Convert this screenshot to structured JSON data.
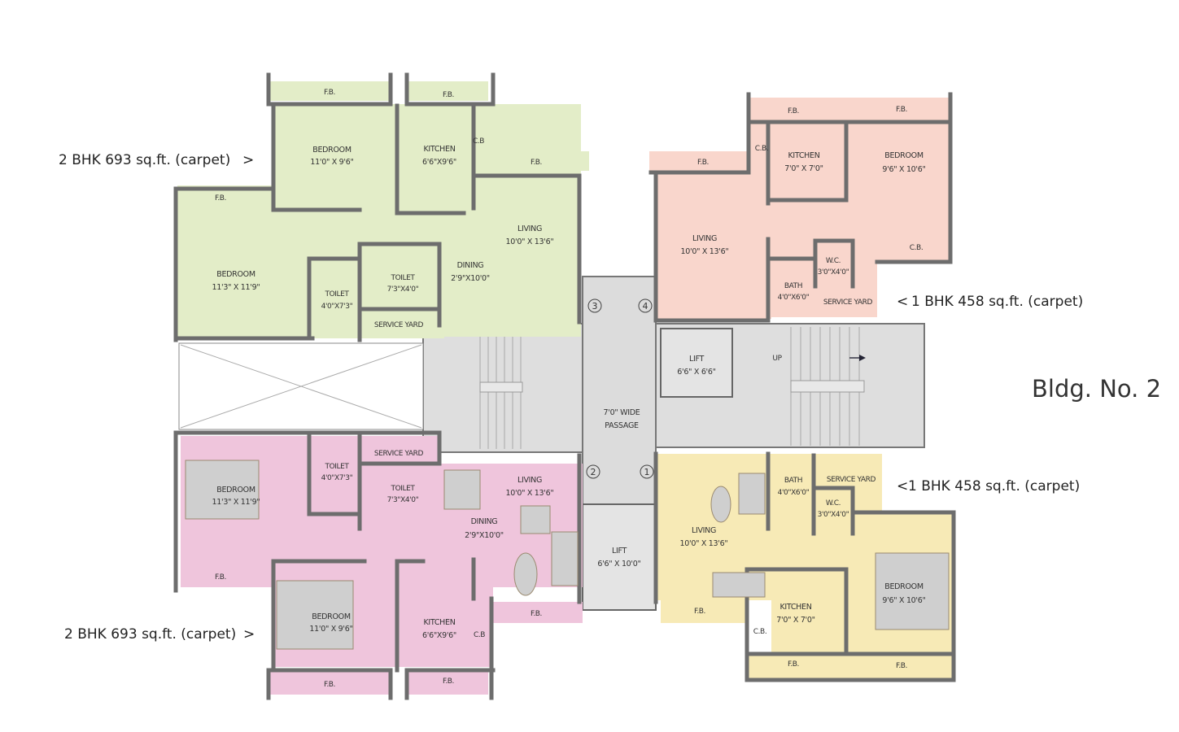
{
  "building": {
    "title": "Bldg. No. 2"
  },
  "units": {
    "tl": {
      "label": "2 BHK 693 sq.ft. (carpet)",
      "arrow": ">"
    },
    "bl": {
      "label": "2 BHK 693 sq.ft. (carpet)",
      "arrow": ">"
    },
    "tr": {
      "label": "1 BHK 458 sq.ft. (carpet)",
      "arrow": "<"
    },
    "br": {
      "label": "1 BHK 458 sq.ft. (carpet)",
      "arrow": "<"
    }
  },
  "colors": {
    "green": "#e3edc8",
    "salmon": "#f9d6cc",
    "pink": "#efc5dc",
    "yellow": "#f7eab6",
    "core": "#dcdcdc"
  },
  "rooms": {
    "tl_fb1": "F.B.",
    "tl_fb2": "F.B.",
    "tl_fb3": "F.B.",
    "tl_fb4": "F.B.",
    "tl_bed1_name": "BEDROOM",
    "tl_bed1_size": "11'0\" X 9'6\"",
    "tl_kit_name": "KITCHEN",
    "tl_kit_size": "6'6\"X9'6\"",
    "tl_cb": "C.B",
    "tl_living_name": "LIVING",
    "tl_living_size": "10'0\" X 13'6\"",
    "tl_bed2_name": "BEDROOM",
    "tl_bed2_size": "11'3\" X 11'9\"",
    "tl_toilet1_name": "TOILET",
    "tl_toilet1_size": "4'0\"X7'3\"",
    "tl_toilet2_name": "TOILET",
    "tl_toilet2_size": "7'3\"X4'0\"",
    "tl_dining_name": "DINING",
    "tl_dining_size": "2'9\"X10'0\"",
    "tl_sy": "SERVICE YARD",
    "tr_fb1": "F.B.",
    "tr_fb2": "F.B.",
    "tr_fb3": "F.B.",
    "tr_cb1": "C.B.",
    "tr_cb2": "C.B.",
    "tr_kit_name": "KITCHEN",
    "tr_kit_size": "7'0\" X 7'0\"",
    "tr_bed_name": "BEDROOM",
    "tr_bed_size": "9'6\" X 10'6\"",
    "tr_living_name": "LIVING",
    "tr_living_size": "10'0\" X 13'6\"",
    "tr_wc_name": "W.C.",
    "tr_wc_size": "3'0\"X4'0\"",
    "tr_bath_name": "BATH",
    "tr_bath_size": "4'0\"X6'0\"",
    "tr_sy": "SERVICE YARD",
    "core_num1": "1",
    "core_num2": "2",
    "core_num3": "3",
    "core_num4": "4",
    "core_lift1_name": "LIFT",
    "core_lift1_size": "6'6\" X 6'6\"",
    "core_lift2_name": "LIFT",
    "core_lift2_size": "6'6\" X 10'0\"",
    "core_passage1": "7'0\"  WIDE",
    "core_passage2": "PASSAGE",
    "core_up": "UP",
    "bl_sy": "SERVICE YARD",
    "bl_bed1_name": "BEDROOM",
    "bl_bed1_size": "11'3\" X 11'9\"",
    "bl_toilet1_name": "TOILET",
    "bl_toilet1_size": "4'0\"X7'3\"",
    "bl_toilet2_name": "TOILET",
    "bl_toilet2_size": "7'3\"X4'0\"",
    "bl_living_name": "LIVING",
    "bl_living_size": "10'0\" X 13'6\"",
    "bl_dining_name": "DINING",
    "bl_dining_size": "2'9\"X10'0\"",
    "bl_bed2_name": "BEDROOM",
    "bl_bed2_size": "11'0\" X 9'6\"",
    "bl_kit_name": "KITCHEN",
    "bl_kit_size": "6'6\"X9'6\"",
    "bl_cb": "C.B",
    "bl_fb1": "F.B.",
    "bl_fb2": "F.B.",
    "bl_fb3": "F.B.",
    "bl_fb4": "F.B.",
    "br_bath_name": "BATH",
    "br_bath_size": "4'0\"X6'0\"",
    "br_sy": "SERVICE YARD",
    "br_wc_name": "W.C.",
    "br_wc_size": "3'0\"X4'0\"",
    "br_living_name": "LIVING",
    "br_living_size": "10'0\" X 13'6\"",
    "br_bed_name": "BEDROOM",
    "br_bed_size": "9'6\" X 10'6\"",
    "br_kit_name": "KITCHEN",
    "br_kit_size": "7'0\" X 7'0\"",
    "br_cb": "C.B.",
    "br_fb1": "F.B.",
    "br_fb2": "F.B.",
    "br_fb3": "F.B."
  }
}
